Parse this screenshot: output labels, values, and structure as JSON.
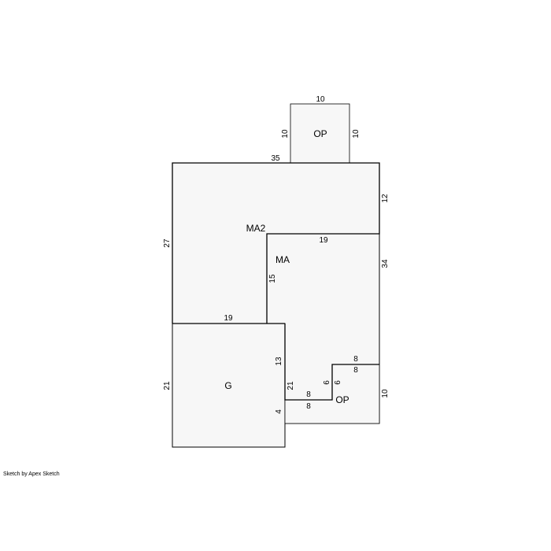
{
  "credit": "Sketch by Apex Sketch",
  "areas": {
    "top_porch": "OP",
    "main_upper": "MA2",
    "main": "MA",
    "garage": "G",
    "side_porch": "OP"
  },
  "dimensions": {
    "top_porch_top": "10",
    "top_porch_left": "10",
    "top_porch_right": "10",
    "main_top": "35",
    "main_left": "27",
    "upper_right": "12",
    "ma_top": "19",
    "ma_right": "34",
    "ma_step": "15",
    "garage_top": "19",
    "garage_upper_right": "13",
    "garage_left": "21",
    "garage_right": "21",
    "garage_lower_right": "4",
    "porch_top_outer": "8",
    "porch_top_inner": "8",
    "porch_left_outer": "6",
    "porch_left_inner": "6",
    "porch_bottom_outer": "8",
    "porch_bottom_inner": "8",
    "porch_right": "10"
  }
}
